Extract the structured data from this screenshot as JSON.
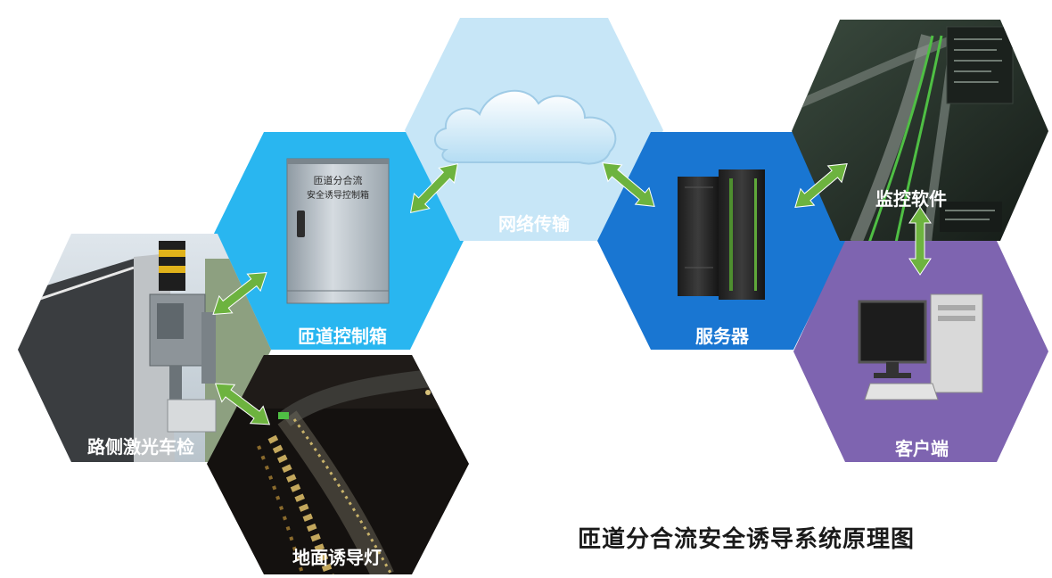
{
  "nodes": {
    "roadside_laser": {
      "label": "路侧激光车检",
      "icon": "roadside-laser-detector"
    },
    "control_box": {
      "label": "匝道控制箱",
      "icon": "stainless-control-cabinet"
    },
    "cabinet_line1": "匝道分合流",
    "cabinet_line2": "安全诱导控制箱",
    "ground_lights": {
      "label": "地面诱导灯",
      "icon": "night-road-guide-lights"
    },
    "network": {
      "label": "网络传输",
      "icon": "cloud-icon"
    },
    "server": {
      "label": "服务器",
      "icon": "server-rack-icon"
    },
    "monitor_software": {
      "label": "监控软件",
      "icon": "monitoring-screen"
    },
    "client": {
      "label": "客户端",
      "icon": "desktop-computer-icon"
    }
  },
  "caption": "匝道分合流安全诱导系统原理图",
  "colors": {
    "control_box_bg": "#29b6f0",
    "network_bg": "#c7e6f7",
    "server_bg": "#1976d2",
    "client_bg": "#7e64b0",
    "arrow": "#6db33f"
  }
}
